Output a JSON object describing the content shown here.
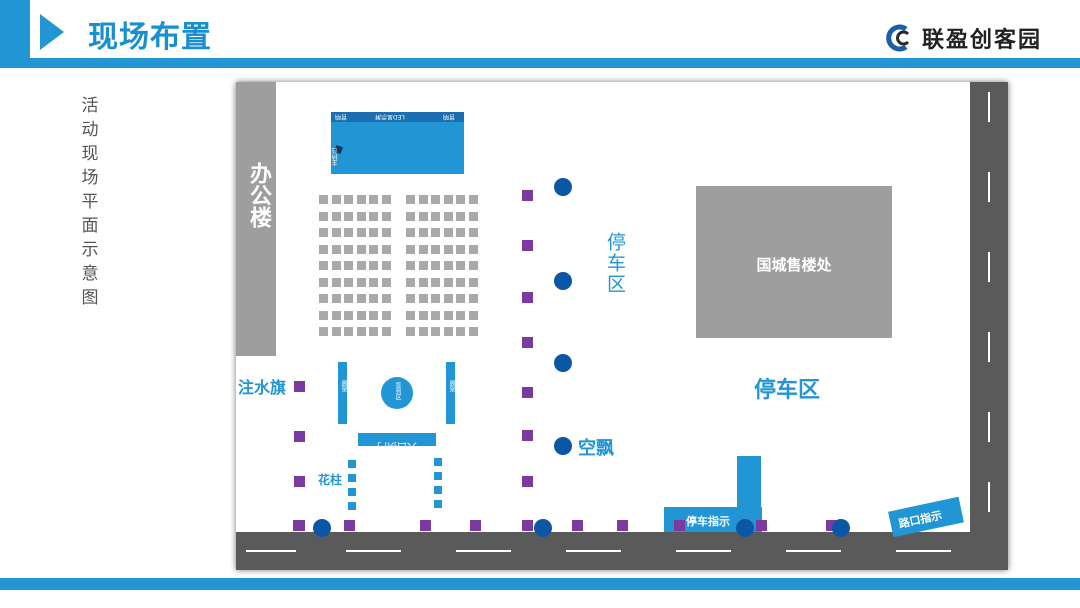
{
  "header": {
    "title": "现场布置",
    "brand": "联盈创客园",
    "accent_color": "#2196d3"
  },
  "side_caption": "活动现场平面示意图",
  "map": {
    "office_building": "办公楼",
    "sales_office": "国城售楼处",
    "parking_vertical": "停车区",
    "parking_main": "停车区",
    "water_flag": "注水旗",
    "balloon": "空飘",
    "flower_pillar": "花柱",
    "parking_sign": "停车指示",
    "road_sign": "路口指示",
    "entrance_arch": "入口拱门",
    "stage": {
      "led_screen": "LED显示屏",
      "left_panel": "音响",
      "right_panel": "音响",
      "side_tag": "主持台"
    },
    "center_circle": "签到区",
    "left_standee": "展架",
    "right_standee": "展架"
  }
}
